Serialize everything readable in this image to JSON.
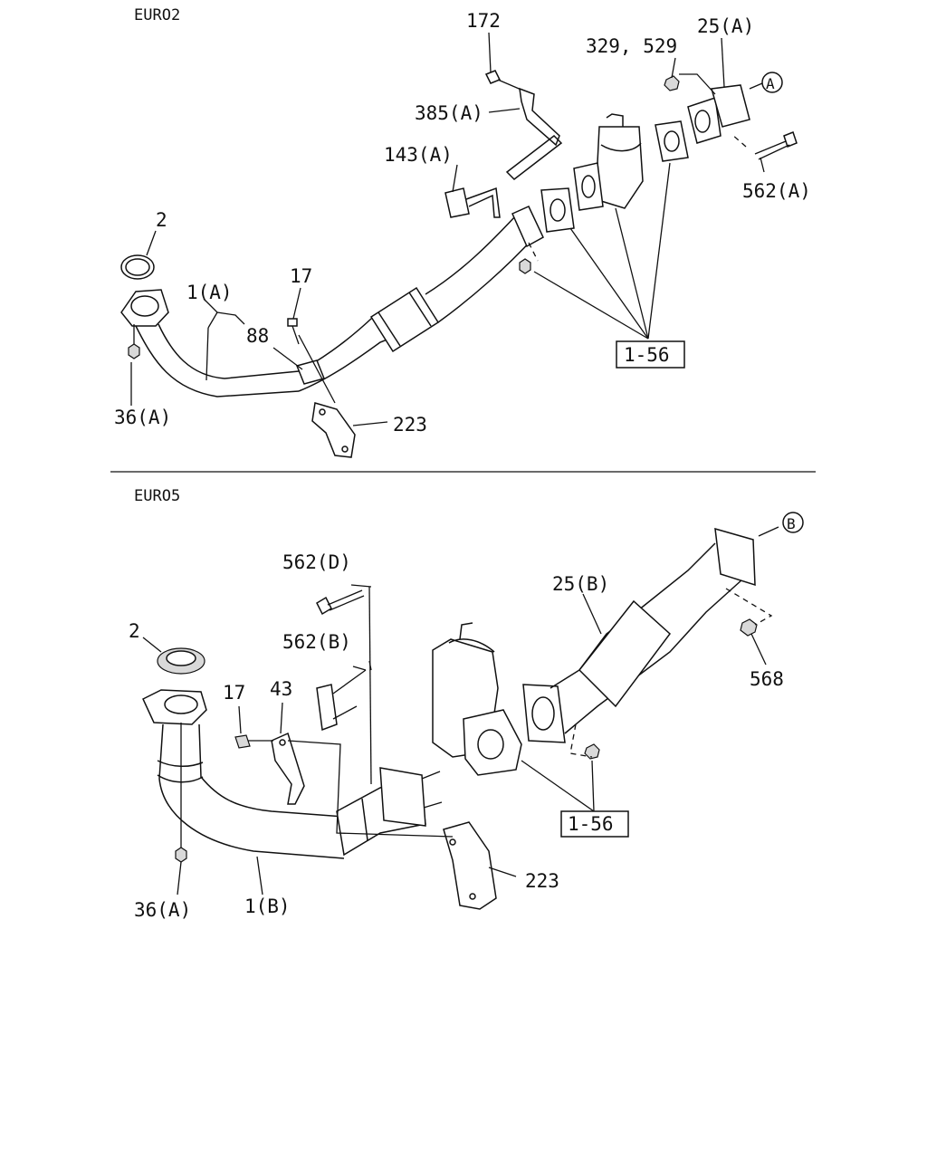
{
  "sections": {
    "top": "EURO2",
    "bottom": "EURO5"
  },
  "labels": {
    "top": {
      "p172": "172",
      "p329": "329, 529",
      "p25a": "25(A)",
      "p385": "385(A)",
      "p143": "143(A)",
      "p562a": "562(A)",
      "p2": "2",
      "p17": "17",
      "p1a": "1(A)",
      "p88": "88",
      "p36a": "36(A)",
      "p223": "223",
      "ref": "1-56",
      "circleA": "A"
    },
    "bottom": {
      "p562d": "562(D)",
      "p25b": "25(B)",
      "p562b": "562(B)",
      "p2": "2",
      "p17": "17",
      "p43": "43",
      "p568": "568",
      "p36a": "36(A)",
      "p1b": "1(B)",
      "p223": "223",
      "ref": "1-56",
      "circleB": "B"
    }
  }
}
